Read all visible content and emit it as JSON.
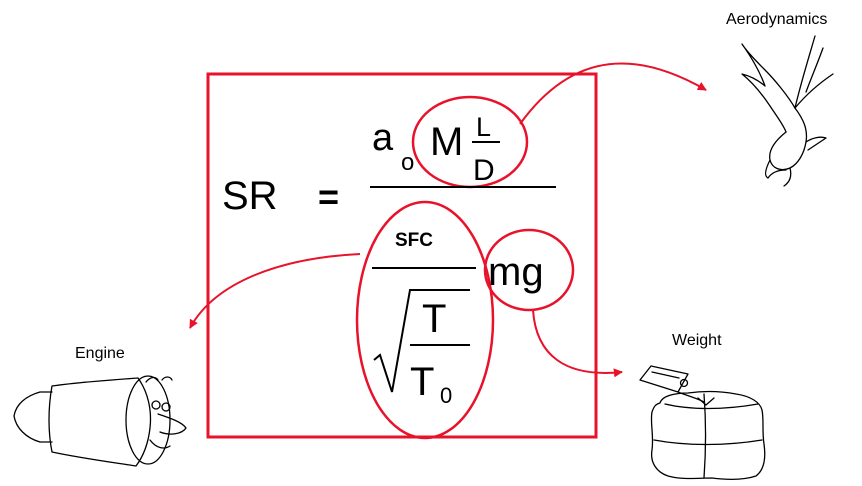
{
  "formula": {
    "lhs": "SR",
    "equals": "=",
    "speed_of_sound": "a",
    "speed_of_sound_subscript": "o",
    "mach": "M",
    "lift": "L",
    "drag": "D",
    "sfc": "SFC",
    "temperature": "T",
    "temperature_ref": "T",
    "temperature_ref_subscript": "0",
    "weight_term": "mg"
  },
  "labels": {
    "aerodynamics": "Aerodynamics",
    "engine": "Engine",
    "weight": "Weight"
  },
  "icons": {
    "aerodynamics": "dove-illustration-icon",
    "engine": "cartoon-jet-engine-icon",
    "weight": "tied-bundle-with-tag-icon"
  },
  "colors": {
    "highlight": "#e8122a",
    "ink": "#000000"
  }
}
